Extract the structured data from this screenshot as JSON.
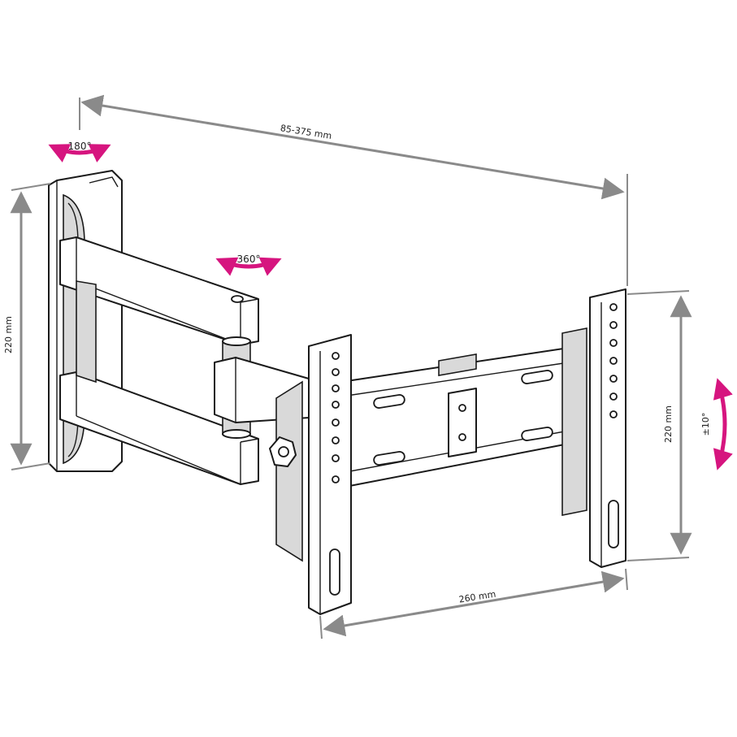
{
  "dimensions": {
    "arm_extension": "85-375 mm",
    "wall_plate_height": "220 mm",
    "tv_plate_height": "220 mm",
    "tv_plate_width": "260 mm"
  },
  "rotations": {
    "wall_swivel": "180°",
    "arm_swivel": "360°",
    "tilt": "±10°"
  },
  "colors": {
    "dimension_line": "#8a8a8a",
    "rotation_arrow": "#d6157f",
    "drawing_line": "#1a1a1a"
  }
}
